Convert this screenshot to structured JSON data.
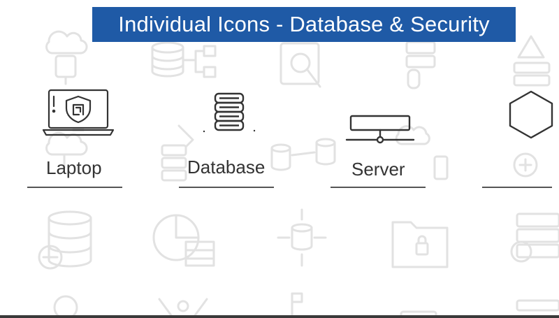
{
  "title": "Individual Icons - Database & Security",
  "items": [
    {
      "label": "Laptop",
      "icon": "laptop-shield-icon"
    },
    {
      "label": "Database",
      "icon": "database-icon"
    },
    {
      "label": "Server",
      "icon": "server-network-icon"
    },
    {
      "label": "",
      "icon": "hexagon-icon"
    }
  ],
  "colors": {
    "banner": "#1f5aa6",
    "banner_text": "#ffffff",
    "icon_stroke": "#333333",
    "background_icons": "#e3e3e3"
  }
}
